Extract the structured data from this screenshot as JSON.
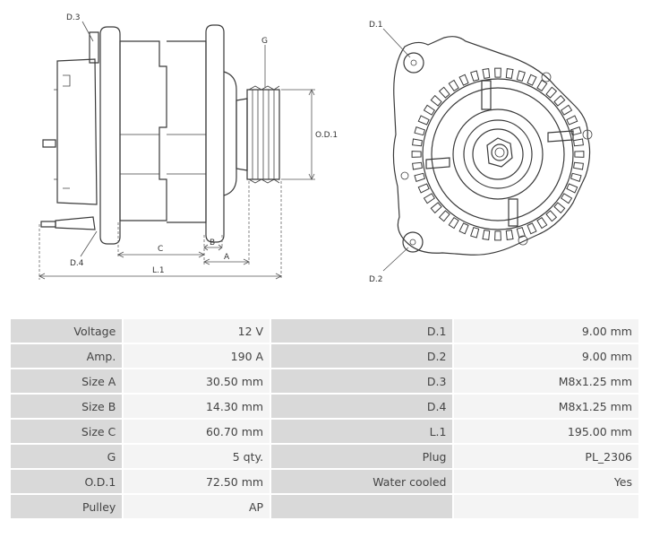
{
  "drawing": {
    "labels": {
      "d3": "D.3",
      "d4": "D.4",
      "g": "G",
      "od1": "O.D.1",
      "c": "C",
      "b": "B",
      "a": "A",
      "l1": "L.1",
      "d1": "D.1",
      "d2": "D.2"
    }
  },
  "specs": {
    "rows": [
      {
        "k1": "Voltage",
        "v1": "12 V",
        "k2": "D.1",
        "v2": "9.00 mm"
      },
      {
        "k1": "Amp.",
        "v1": "190 A",
        "k2": "D.2",
        "v2": "9.00 mm"
      },
      {
        "k1": "Size A",
        "v1": "30.50 mm",
        "k2": "D.3",
        "v2": "M8x1.25 mm"
      },
      {
        "k1": "Size B",
        "v1": "14.30 mm",
        "k2": "D.4",
        "v2": "M8x1.25 mm"
      },
      {
        "k1": "Size C",
        "v1": "60.70 mm",
        "k2": "L.1",
        "v2": "195.00 mm"
      },
      {
        "k1": "G",
        "v1": "5 qty.",
        "k2": "Plug",
        "v2": "PL_2306"
      },
      {
        "k1": "O.D.1",
        "v1": "72.50 mm",
        "k2": "Water cooled",
        "v2": "Yes"
      },
      {
        "k1": "Pulley",
        "v1": "AP",
        "k2": "",
        "v2": ""
      }
    ]
  }
}
